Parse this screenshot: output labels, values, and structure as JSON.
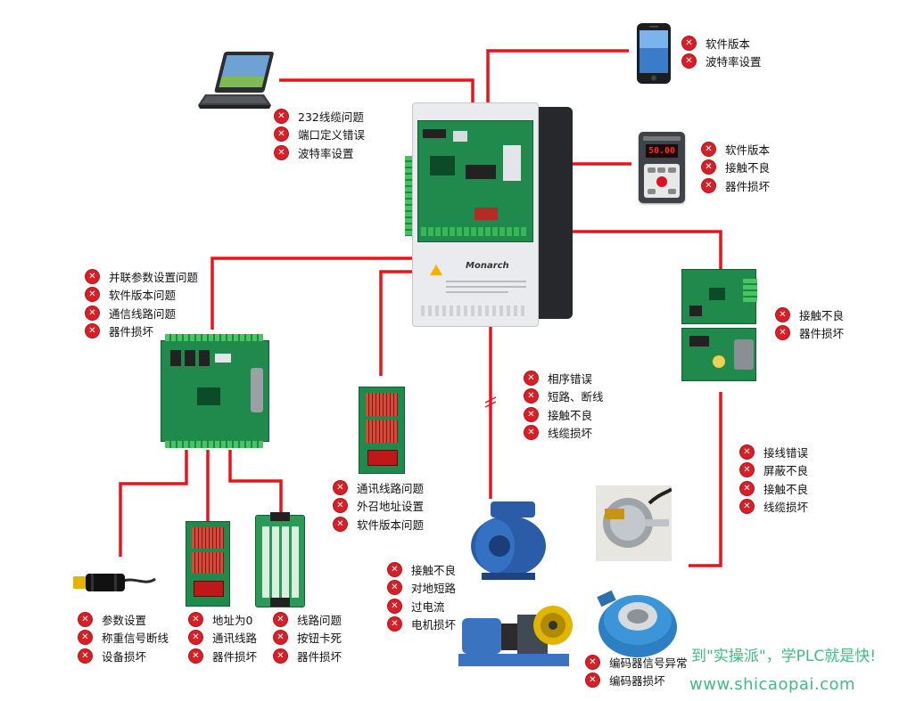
{
  "labels": {
    "laptop": [
      "232线缆问题",
      "端口定义错误",
      "波特率设置"
    ],
    "phone": [
      "软件版本",
      "波特率设置"
    ],
    "keypad": [
      "软件版本",
      "接触不良",
      "器件损坏"
    ],
    "board": [
      "并联参数设置问题",
      "软件版本问题",
      "通信线路问题",
      "器件损坏"
    ],
    "pg_card": [
      "接触不良",
      "器件损坏"
    ],
    "motor_cable": [
      "相序错误",
      "短路、断线",
      "接触不良",
      "线缆损坏"
    ],
    "encoder_wiring": [
      "接线错误",
      "屏蔽不良",
      "接触不良",
      "线缆损坏"
    ],
    "hall_display": [
      "通讯线路问题",
      "外召地址设置",
      "软件版本问题"
    ],
    "motor": [
      "接触不良",
      "对地短路",
      "过电流",
      "电机损坏"
    ],
    "encoder": [
      "编码器信号异常",
      "编码器损坏"
    ],
    "sensor": [
      "参数设置",
      "称重信号断线",
      "设备损坏"
    ],
    "car_display": [
      "地址为0",
      "通讯线路",
      "器件损坏"
    ],
    "button_panel": [
      "线路问题",
      "按钮卡死",
      "器件损坏"
    ]
  },
  "inverter": {
    "brand": "Monarch"
  },
  "keypad": {
    "display": "50.00"
  },
  "error_icon": "x-circle-icon",
  "colors": {
    "wire": "#e8141b",
    "error": "#d61f26",
    "pcb": "#1f8a4c",
    "watermark": "#43b985"
  },
  "watermark": {
    "slogan": "到\"实操派\"，学PLC就是快!",
    "url": "www.shicaopai.com"
  }
}
